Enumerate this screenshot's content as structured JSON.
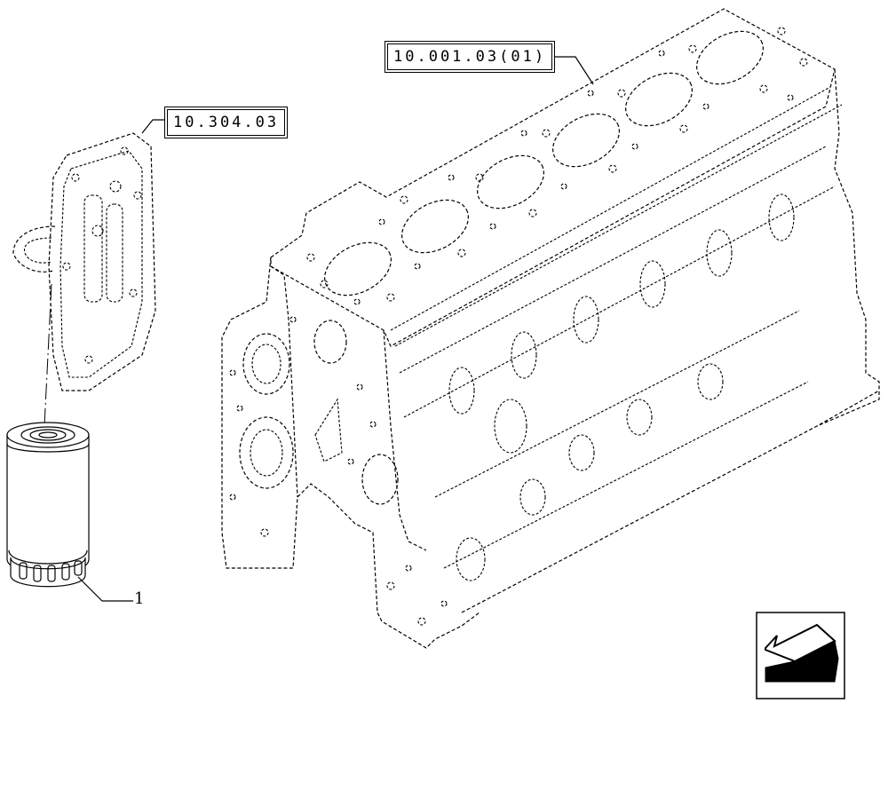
{
  "references": {
    "engine_block": "10.001.03(01)",
    "filter_support": "10.304.03"
  },
  "callouts": {
    "filter_item": "1"
  },
  "icons": {
    "navigation": "arrow-back-icon"
  },
  "colors": {
    "line": "#000000",
    "background": "#ffffff"
  }
}
